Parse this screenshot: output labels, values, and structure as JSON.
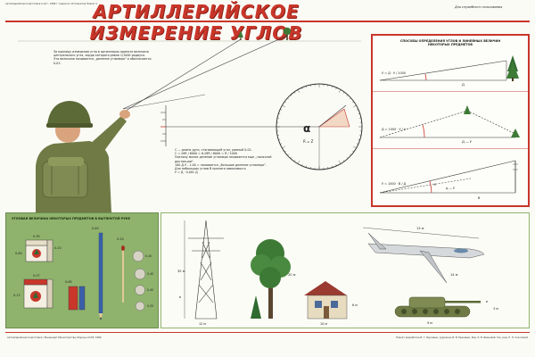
{
  "header": {
    "top_line_text": "Артиллерийская подготовка 2-ой г. 1986 г. Серия из 10 плакатов Плакат 1",
    "stamp": "Для служебного пользования",
    "title": "АРТИЛЛЕРИЙСКОЕ ИЗМЕРЕНИЕ УГЛОВ"
  },
  "intro": {
    "p1": "За единицу измерения угла в артиллерии принята величина центрального угла, хорда которого равна 1/1000 радиуса.",
    "p2": "Эта величина называется „деление угломера\" и обозначается 0-01."
  },
  "circle": {
    "alpha": "α",
    "radius_label": "R = Z"
  },
  "formulas": {
    "line1": "С — длина дуги, стягивающей угол, равный 0-01.",
    "line2": "С = 2πR / 6000 ≈ 6,28R / 6000 ≈ R / 1000",
    "line3": "Поэтому малое деление угломера называется еще „тысячной дистанции\".",
    "line4": "100 Д У - 1-00 = называется „большое деление угломера\".",
    "line5": "Для небольших углов В принята зависимость",
    "line6": "У = Д · 0,001 Д"
  },
  "right_panel": {
    "title": "СПОСОБЫ ОПРЕДЕЛЕНИЯ УГЛОВ И ЛИНЕЙНЫХ ВЕЛИЧИН НЕКОТОРЫХ ПРЕДМЕТОВ",
    "f1_left": "У = Д · У / 1000",
    "f1_bottom": "Д",
    "f2_left": "Д = 1000 · У / У",
    "f2_bottom": "Д — У",
    "f3_left": "У = 1000 · В / Д",
    "f3_bottom": "В",
    "f3_mid": "д — У",
    "mark": "×"
  },
  "green_panel": {
    "title": "УГЛОВАЯ ВЕЛИЧИНА НЕКОТОРЫХ ПРЕДМЕТОВ В ВЫТЯНУТОЙ РУКЕ",
    "v1": "0-35",
    "v2": "0-80",
    "v3": "0-10",
    "v4": "0-07",
    "v5": "0-12",
    "v6": "0-65",
    "v7": "0-40",
    "v8": "0-25",
    "c1": "0-40",
    "c2": "0-40",
    "c3": "0-40",
    "c4": "0-35"
  },
  "bottom_panel": {
    "pylon_h": "35 м",
    "tree_h": "20 м",
    "pylon_w": "12 м",
    "house_w": "10 м",
    "house_h": "6 м",
    "plane_len": "13 м",
    "plane_w": "14 м",
    "tank_w": "9 м",
    "tank_h": "3 м",
    "h1": "в",
    "h2": "в"
  },
  "footer": {
    "left": "Артиллерийская подготовка / Воениздат Министерства обороны СССР, 1986",
    "right": "Плакат разработан В. Г. Жуковым, художник И. В. Ершовым. Ред. Л. В. Ивановой. Тех. ред. Н. Н. Соколовой"
  },
  "colors": {
    "accent_red": "#c9362a",
    "panel_green": "#8fb36c",
    "soldier_green": "#6f7a45"
  }
}
